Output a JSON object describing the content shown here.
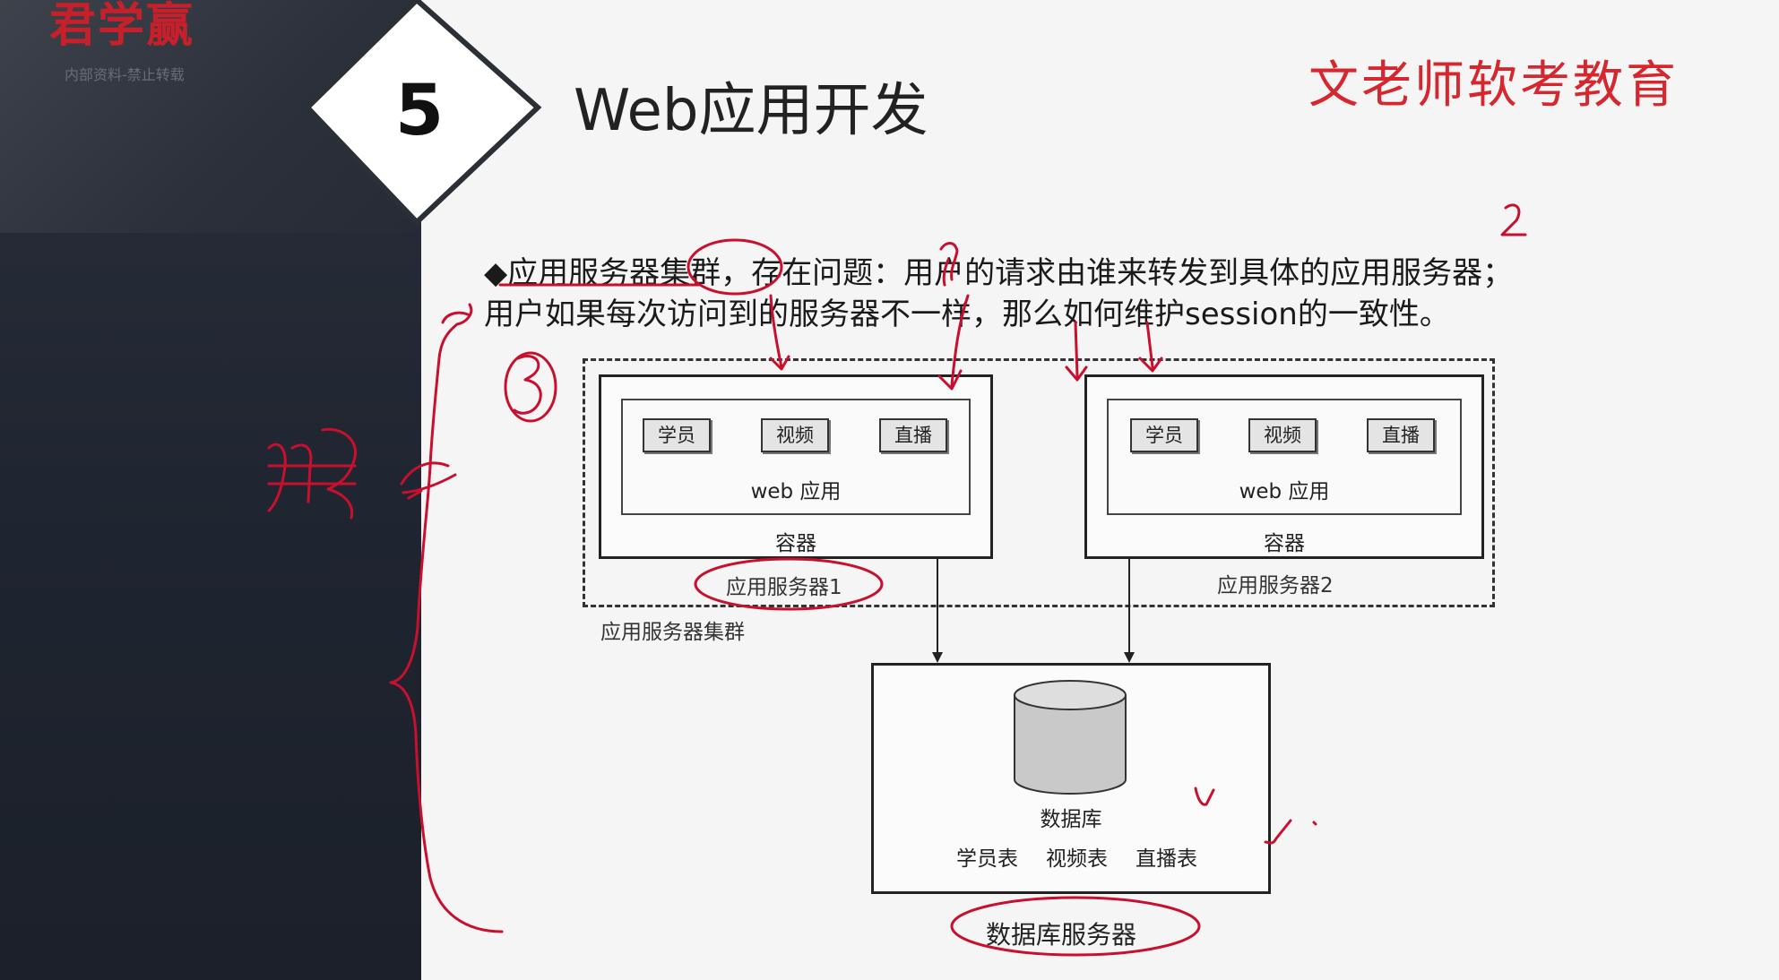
{
  "logo": {
    "name": "君学赢",
    "subtitle": "内部资料-禁止转载"
  },
  "slide": {
    "number": "5",
    "title": "Web应用开发",
    "brand": "文老师软考教育"
  },
  "bullet": {
    "marker": "◆",
    "line1": "应用服务器集群，存在问题：用户的请求由谁来转发到具体的应用服务器；",
    "line2": "用户如果每次访问到的服务器不一样，那么如何维护session的一致性。"
  },
  "diagram": {
    "cluster_label": "应用服务器集群",
    "servers": [
      {
        "label": "应用服务器1",
        "container": "容器",
        "app": "web 应用",
        "modules": [
          "学员",
          "视频",
          "直播"
        ]
      },
      {
        "label": "应用服务器2",
        "container": "容器",
        "app": "web 应用",
        "modules": [
          "学员",
          "视频",
          "直播"
        ]
      }
    ],
    "database": {
      "label": "数据库",
      "tables": [
        "学员表",
        "视频表",
        "直播表"
      ],
      "server_label": "数据库服务器"
    }
  },
  "colors": {
    "accent_red": "#d6262e",
    "annotation_red": "#c8102e",
    "dark_panel": "#1f2530"
  }
}
